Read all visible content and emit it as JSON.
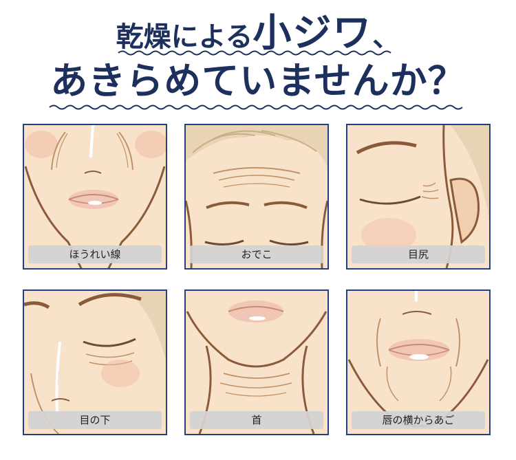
{
  "headline": {
    "line1_prefix": "乾燥による",
    "line1_emphasis": "小ジワ",
    "line1_suffix": "、",
    "line2": "あきらめていませんか？"
  },
  "colors": {
    "heading": "#1d2f5c",
    "panel_border": "#213f86",
    "skin": "#f8e3ca",
    "line_art": "#8a5a3a",
    "label_bg": "#d3d3d3"
  },
  "panels": [
    {
      "label": "ほうれい線"
    },
    {
      "label": "おでこ"
    },
    {
      "label": "目尻"
    },
    {
      "label": "目の下"
    },
    {
      "label": "首"
    },
    {
      "label": "唇の横からあご"
    }
  ]
}
